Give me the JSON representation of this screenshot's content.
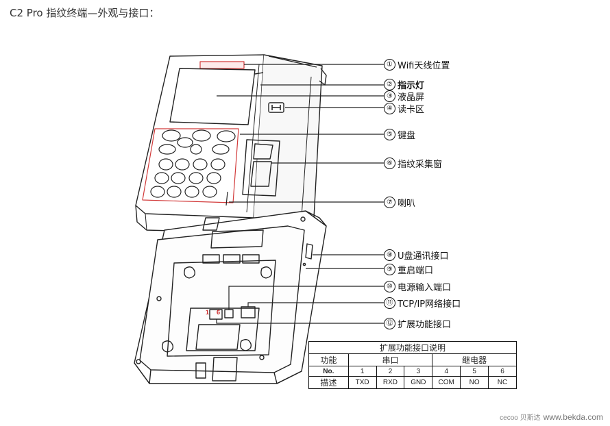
{
  "title": "C2 Pro 指纹终端—外观与接口：",
  "callouts": [
    {
      "num": "①",
      "label": "Wifi天线位置"
    },
    {
      "num": "②",
      "label": "指示灯"
    },
    {
      "num": "③",
      "label": "液晶屏"
    },
    {
      "num": "④",
      "label": "读卡区"
    },
    {
      "num": "⑤",
      "label": "键盘"
    },
    {
      "num": "⑥",
      "label": "指纹采集窗"
    },
    {
      "num": "⑦",
      "label": "喇叭"
    },
    {
      "num": "⑧",
      "label": "U盘通讯接口"
    },
    {
      "num": "⑨",
      "label": "重启端口"
    },
    {
      "num": "⑩",
      "label": "电源输入端口"
    },
    {
      "num": "⑪",
      "label": "TCP/IP网络接口"
    },
    {
      "num": "⑫",
      "label": "扩展功能接口"
    }
  ],
  "pin_labels": {
    "left": "1",
    "right": "6"
  },
  "table": {
    "title": "扩展功能接口说明",
    "func_label": "功能",
    "group_serial": "串口",
    "group_relay": "继电器",
    "no_label": "No.",
    "desc_label": "描述",
    "numbers": [
      "1",
      "2",
      "3",
      "4",
      "5",
      "6"
    ],
    "descs": [
      "TXD",
      "RXD",
      "GND",
      "COM",
      "NO",
      "NC"
    ]
  },
  "watermark": {
    "mark": "cecoo 贝斯达",
    "url": "www.bekda.com"
  },
  "colors": {
    "keypad_outline": "#d23a3a",
    "pin_label": "#cc2222",
    "line": "#222222"
  }
}
